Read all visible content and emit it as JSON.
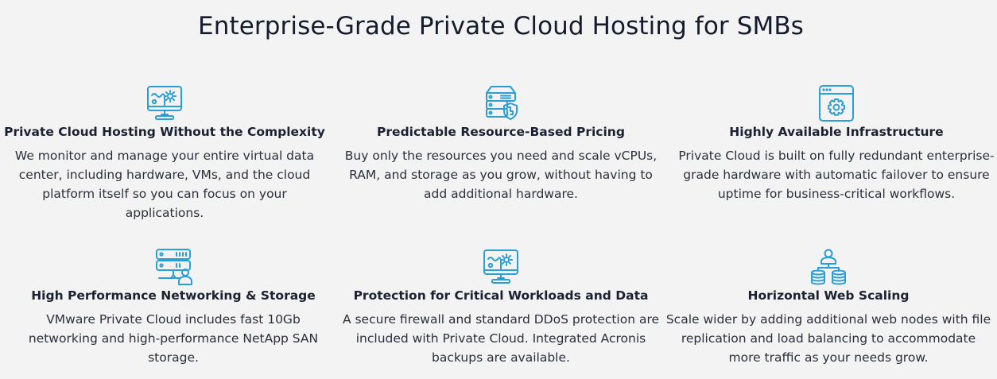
{
  "page": {
    "title": "Enterprise-Grade Private Cloud Hosting for SMBs",
    "accent_color": "#2a9fd6",
    "background_color": "#f3f3f3"
  },
  "features": [
    {
      "icon": "monitor-gear-icon",
      "title": "Private Cloud Hosting Without the Complexity",
      "description": "We monitor and manage your entire virtual data center, including hardware, VMs, and the cloud platform itself so you can focus on your applications."
    },
    {
      "icon": "server-shield-icon",
      "title": "Predictable Resource-Based Pricing",
      "description": "Buy only the resources you need and scale vCPUs, RAM, and storage as you grow, without having to add additional hardware."
    },
    {
      "icon": "browser-gear-icon",
      "title": "Highly Available Infrastructure",
      "description": "Private Cloud is built on fully redundant enterprise-grade hardware with automatic  failover to ensure uptime for business-critical workflows."
    },
    {
      "icon": "server-network-user-icon",
      "title": "High Performance Networking & Storage",
      "description": "VMware Private Cloud includes fast 10Gb networking and high-performance NetApp SAN storage."
    },
    {
      "icon": "monitor-gear-icon",
      "title": "Protection for Critical Workloads and Data",
      "description": "A secure firewall and standard DDoS protection are included with Private Cloud. Integrated Acronis backups are available."
    },
    {
      "icon": "user-databases-icon",
      "title": "Horizontal Web Scaling",
      "description": "Scale wider by adding additional web nodes with file replication and load balancing to accommodate more traffic as your needs grow."
    }
  ]
}
